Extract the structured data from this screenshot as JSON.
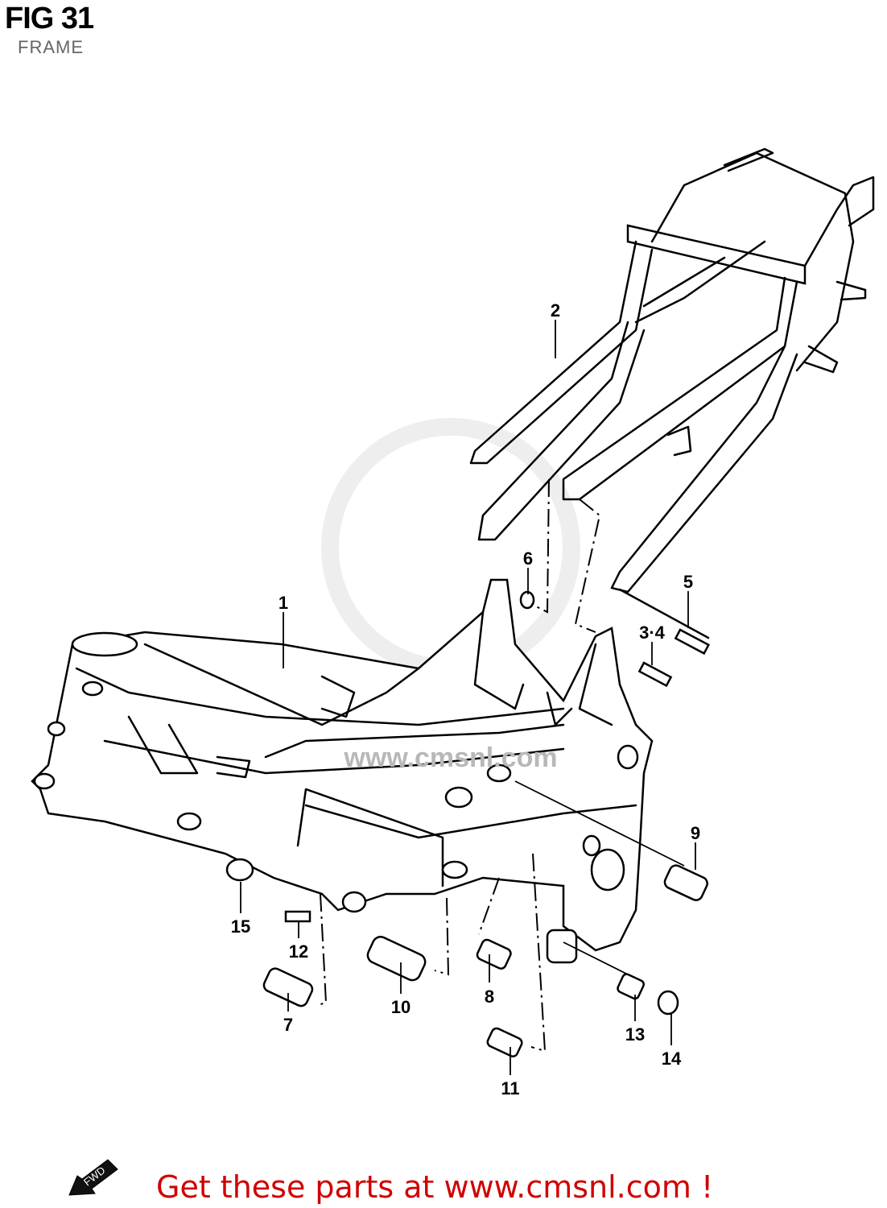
{
  "header": {
    "title": "FIG 31",
    "subtitle": "FRAME"
  },
  "callouts": [
    "1",
    "2",
    "3·4",
    "5",
    "6",
    "7",
    "8",
    "9",
    "10",
    "11",
    "12",
    "13",
    "14",
    "15"
  ],
  "watermark": "www.cmsnl.com",
  "fwd_label": "FWD",
  "footer": {
    "promo_text": "Get these parts at www.cmsnl.com !"
  },
  "colors": {
    "promo": "#d00000",
    "line": "#000000",
    "watermark": "#e0e0e0"
  }
}
